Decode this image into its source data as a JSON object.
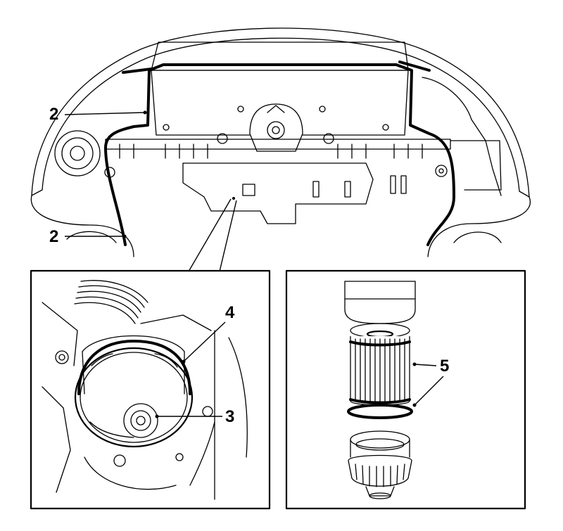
{
  "callouts": {
    "c2_upper": "2",
    "c2_lower": "2",
    "c3": "3",
    "c4": "4",
    "c5": "5"
  },
  "colors": {
    "ink": "#000000",
    "paper": "#ffffff"
  },
  "panels": [
    "overview-engine-bay",
    "detail-filter-housing",
    "detail-filter-element"
  ]
}
